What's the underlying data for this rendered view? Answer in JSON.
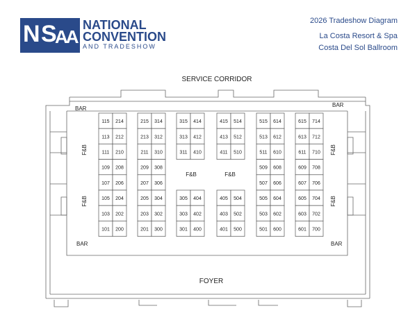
{
  "logo": {
    "line1": "NATIONAL",
    "line2": "CONVENTION",
    "line3": "AND TRADESHOW"
  },
  "header": {
    "title": "2026 Tradeshow Diagram",
    "venue": "La Costa Resort & Spa",
    "room": "Costa Del Sol Ballroom"
  },
  "labels": {
    "service_corridor": "SERVICE CORRIDOR",
    "foyer": "FOYER",
    "bar": "BAR",
    "fb": "F&B"
  },
  "booth_columns": [
    [
      [
        "115",
        "214"
      ],
      [
        "113",
        "212"
      ],
      [
        "111",
        "210"
      ],
      [
        "109",
        "208"
      ],
      [
        "107",
        "206"
      ],
      [
        "105",
        "204"
      ],
      [
        "103",
        "202"
      ],
      [
        "101",
        "200"
      ]
    ],
    [
      [
        "215",
        "314"
      ],
      [
        "213",
        "312"
      ],
      [
        "211",
        "310"
      ],
      [
        "209",
        "308"
      ],
      [
        "207",
        "306"
      ],
      [
        "205",
        "304"
      ],
      [
        "203",
        "302"
      ],
      [
        "201",
        "300"
      ]
    ],
    [
      [
        "315",
        "414"
      ],
      [
        "313",
        "412"
      ],
      [
        "311",
        "410"
      ],
      null,
      null,
      [
        "305",
        "404"
      ],
      [
        "303",
        "402"
      ],
      [
        "301",
        "400"
      ]
    ],
    [
      [
        "415",
        "514"
      ],
      [
        "413",
        "512"
      ],
      [
        "411",
        "510"
      ],
      null,
      null,
      [
        "405",
        "504"
      ],
      [
        "403",
        "502"
      ],
      [
        "401",
        "500"
      ]
    ],
    [
      [
        "515",
        "614"
      ],
      [
        "513",
        "612"
      ],
      [
        "511",
        "610"
      ],
      [
        "509",
        "608"
      ],
      [
        "507",
        "606"
      ],
      [
        "505",
        "604"
      ],
      [
        "503",
        "602"
      ],
      [
        "501",
        "600"
      ]
    ],
    [
      [
        "615",
        "714"
      ],
      [
        "613",
        "712"
      ],
      [
        "611",
        "710"
      ],
      [
        "609",
        "708"
      ],
      [
        "607",
        "706"
      ],
      [
        "605",
        "704"
      ],
      [
        "603",
        "702"
      ],
      [
        "601",
        "700"
      ]
    ]
  ]
}
